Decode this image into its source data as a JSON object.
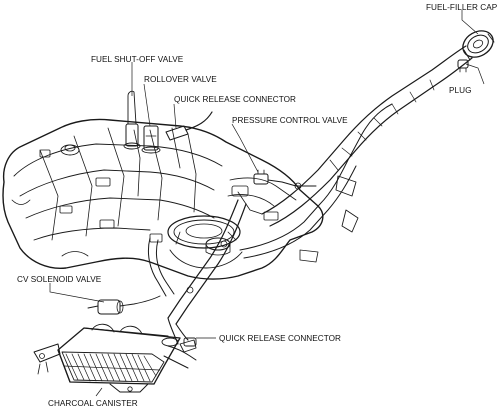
{
  "labels": {
    "fuel_filler_cap": "FUEL-FILLER CAP",
    "plug": "PLUG",
    "fuel_shutoff_valve": "FUEL SHUT-OFF VALVE",
    "rollover_valve": "ROLLOVER VALVE",
    "quick_release_connector_top": "QUICK RELEASE CONNECTOR",
    "pressure_control_valve": "PRESSURE CONTROL VALVE",
    "cv_solenoid_valve": "CV SOLENOID VALVE",
    "quick_release_connector_bottom": "QUICK RELEASE CONNECTOR",
    "charcoal_canister": "CHARCOAL CANISTER"
  }
}
